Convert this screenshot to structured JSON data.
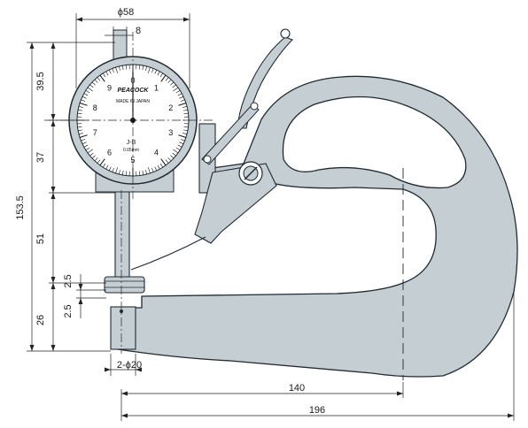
{
  "colors": {
    "body_fill": "#c5ced3",
    "outline": "#1f2a33",
    "dial_face": "#ffffff",
    "dim_line": "#222222"
  },
  "dims": {
    "dial_diameter": "ϕ58",
    "stem_width": "8",
    "dial_upper": "39.5",
    "dial_lower": "37",
    "total_height": "153.5",
    "mid_height": "51",
    "anvil_gap_top": "2.5",
    "anvil_gap_bottom": "2.5",
    "base_height": "26",
    "anvil_diameter": "2-ϕ20",
    "throat_depth": "140",
    "overall_length": "196"
  },
  "dial": {
    "brand": "PEACOCK",
    "made_in": "MADE IN JAPAN",
    "model": "J-B",
    "graduation": "0.05mm",
    "numbers": [
      "0",
      "1",
      "2",
      "3",
      "4",
      "5",
      "6",
      "7",
      "8",
      "9"
    ]
  }
}
